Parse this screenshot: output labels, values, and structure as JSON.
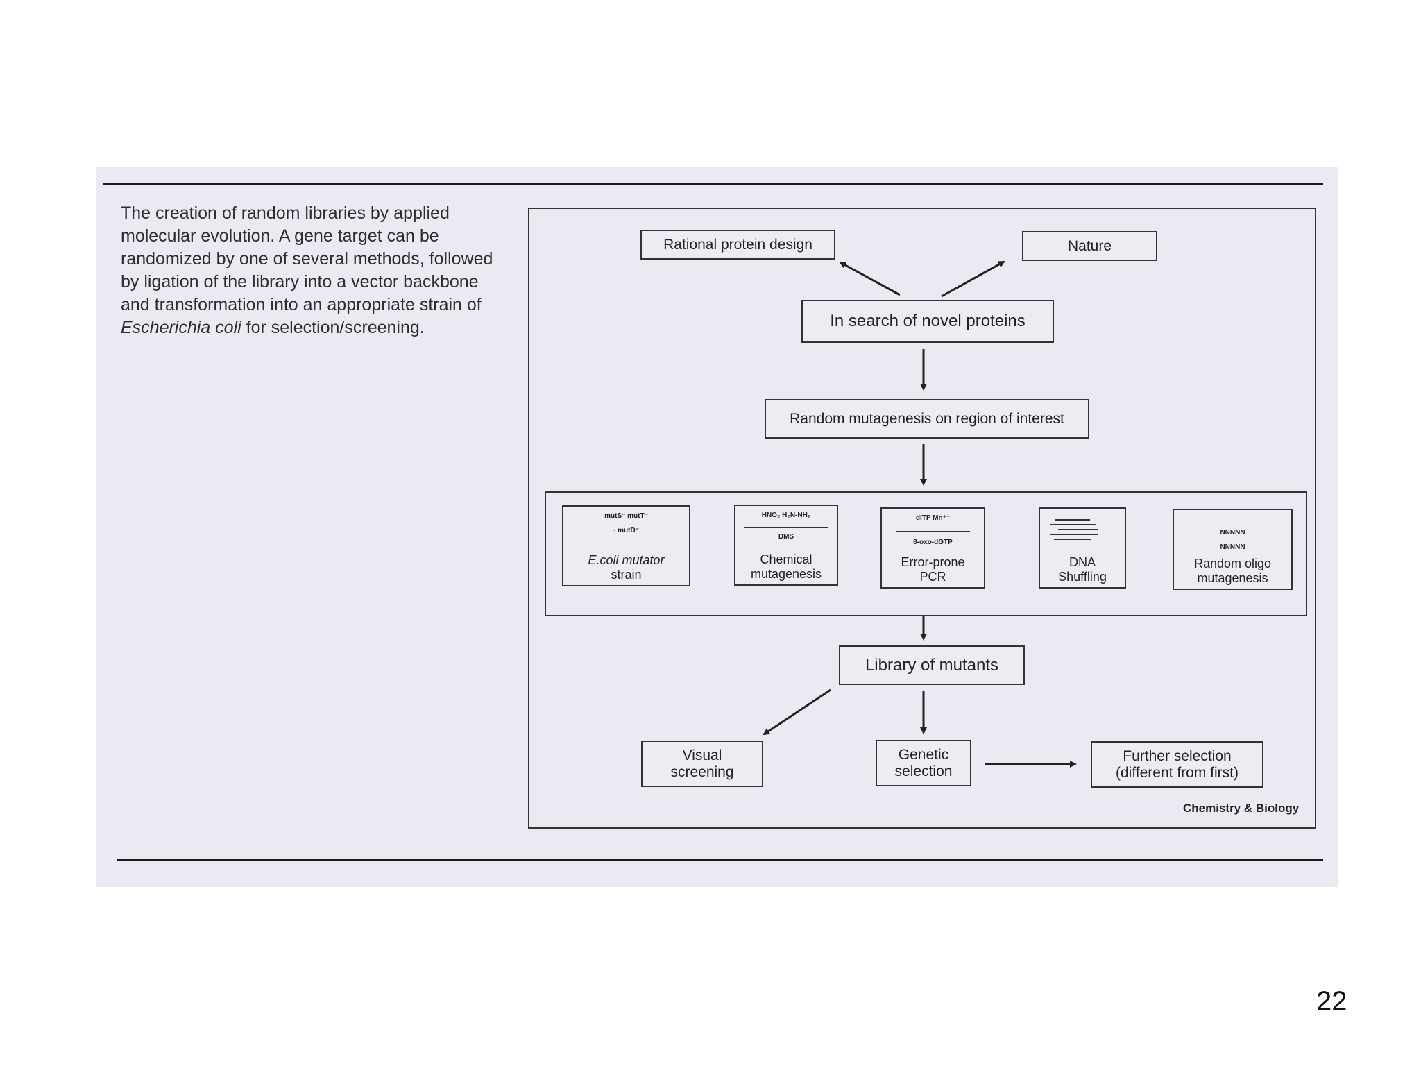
{
  "caption": {
    "before_italic": "The creation of random libraries by applied molecular evolution. A gene target can be randomized by one of several methods, followed by ligation of the library into a vector backbone and transformation into an appropriate strain of ",
    "italic": "Escherichia coli",
    "after_italic": " for selection/screening."
  },
  "nodes": {
    "rational": "Rational protein design",
    "nature": "Nature",
    "search": "In search of novel proteins",
    "random": "Random mutagenesis on region of interest",
    "library": "Library of mutants",
    "visual_1": "Visual",
    "visual_2": "screening",
    "genetic_1": "Genetic",
    "genetic_2": "selection",
    "further_1": "Further selection",
    "further_2": "(different from first)"
  },
  "methods": [
    {
      "label_1": "E.coli mutator",
      "label_2": "strain",
      "art": [
        "mutS⁻ mutT⁻",
        "· mutD⁻"
      ]
    },
    {
      "label_1": "Chemical",
      "label_2": "mutagenesis",
      "art": [
        "HNO₂  H₂N-NH₂",
        "DMS"
      ]
    },
    {
      "label_1": "Error-prone",
      "label_2": "PCR",
      "art": [
        "dITP   Mn⁺⁺",
        "8-oxo-dGTP"
      ]
    },
    {
      "label_1": "DNA",
      "label_2": "Shuffling",
      "art": []
    },
    {
      "label_1": "Random oligo",
      "label_2": "mutagenesis",
      "art": [
        "NNNNN",
        "NNNNN"
      ]
    }
  ],
  "credit": "Chemistry & Biology",
  "page_number": "22"
}
